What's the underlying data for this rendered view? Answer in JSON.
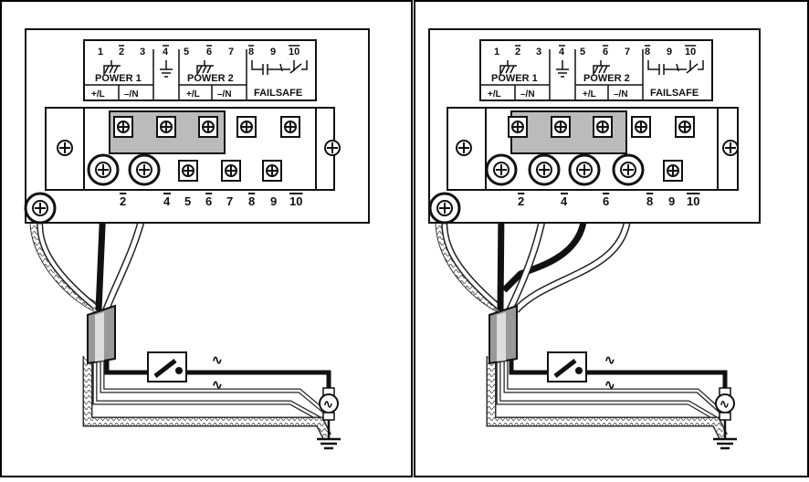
{
  "panels": [
    {
      "id": "left",
      "terminal_numbers_top": [
        "1",
        "2",
        "3",
        "4",
        "5",
        "6",
        "7",
        "8",
        "9",
        "10"
      ],
      "overlined_top": [
        "2",
        "4",
        "6",
        "8",
        "10"
      ],
      "group_labels": {
        "power1": "POWER 1",
        "power2": "POWER 2",
        "failsafe": "FAILSAFE"
      },
      "sub_labels": {
        "p1_line": "+/L",
        "p1_neutral": "–/N",
        "p2_line": "+/L",
        "p2_neutral": "–/N"
      },
      "bottom_numbers": [
        "2",
        "4",
        "5",
        "6",
        "7",
        "8",
        "9",
        "10"
      ],
      "overlined_bottom": [
        "2",
        "4",
        "6",
        "8",
        "10"
      ],
      "ac_symbol": "∿"
    },
    {
      "id": "right",
      "terminal_numbers_top": [
        "1",
        "2",
        "3",
        "4",
        "5",
        "6",
        "7",
        "8",
        "9",
        "10"
      ],
      "overlined_top": [
        "2",
        "4",
        "6",
        "8",
        "10"
      ],
      "group_labels": {
        "power1": "POWER 1",
        "power2": "POWER 2",
        "failsafe": "FAILSAFE"
      },
      "sub_labels": {
        "p1_line": "+/L",
        "p1_neutral": "–/N",
        "p2_line": "+/L",
        "p2_neutral": "–/N"
      },
      "bottom_numbers": [
        "2",
        "4",
        "6",
        "8",
        "9",
        "10"
      ],
      "overlined_bottom": [
        "2",
        "4",
        "6",
        "8",
        "10"
      ],
      "ac_symbol": "∿"
    }
  ]
}
